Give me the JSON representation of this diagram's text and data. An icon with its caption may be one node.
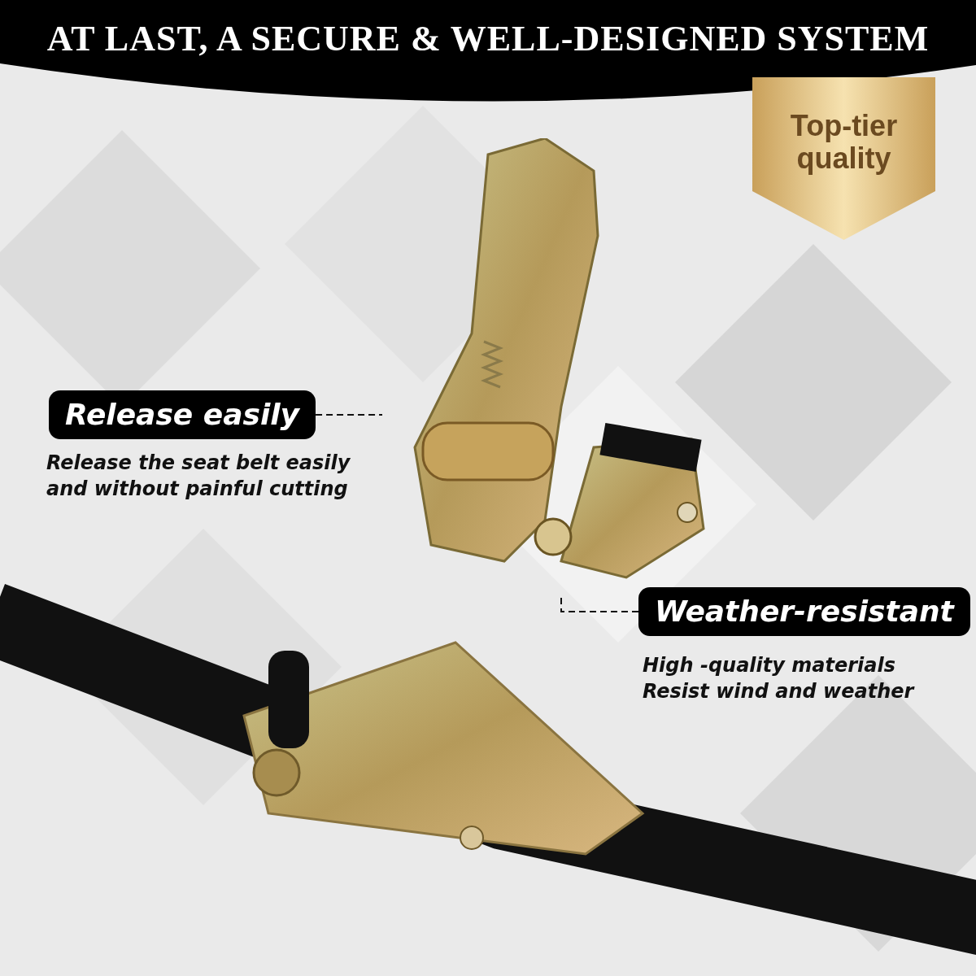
{
  "diagram": {
    "title": "AT LAST, A SECURE & WELL-DESIGNED SYSTEM",
    "nodes": [
      {
        "text": [
          "Release easily"
        ],
        "beside": [
          "Release the seat belt easily and without painful cutting"
        ]
      },
      {
        "text": [],
        "shape": "picture"
      },
      {
        "text": [
          "Weather-resistant"
        ],
        "beside": [
          "High -quality materials Resist wind and weather"
        ]
      },
      {
        "text": [
          "Top-tier quality"
        ]
      }
    ],
    "edges": [
      {
        "from": 0,
        "to": 1,
        "arrow": "none",
        "style": "dashed"
      },
      {
        "from": 2,
        "to": 1,
        "arrow": "none",
        "style": "dashed"
      }
    ]
  }
}
